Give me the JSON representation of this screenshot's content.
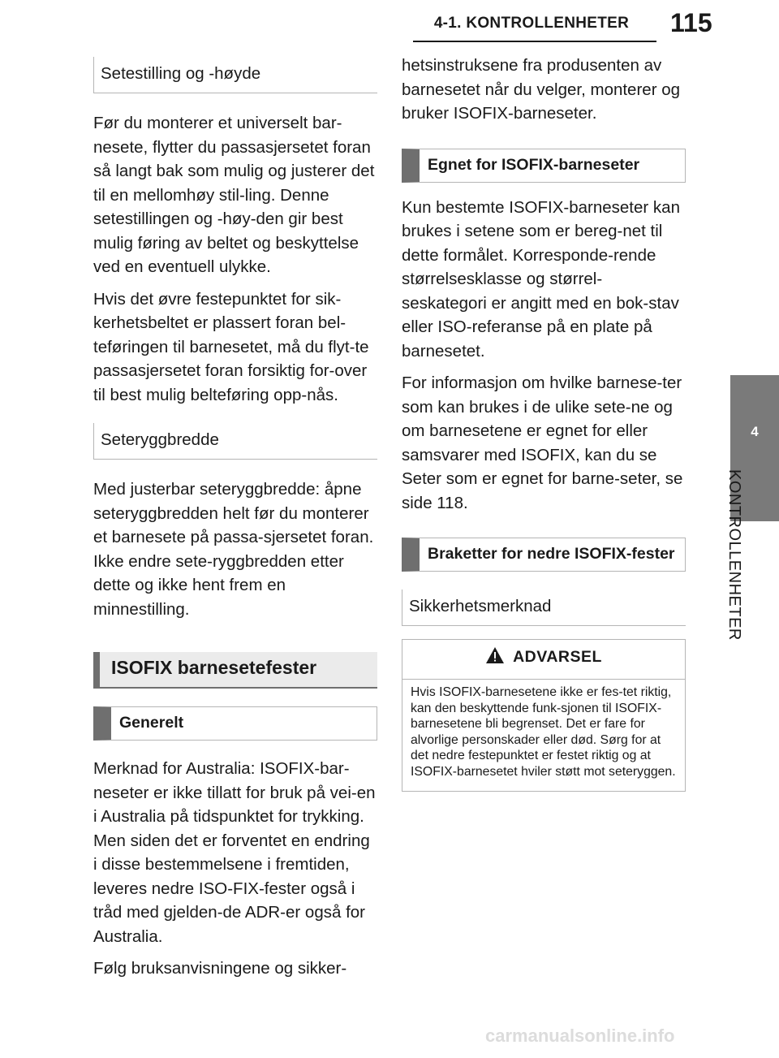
{
  "header": {
    "chapter": "4-1. KONTROLLENHETER",
    "page_number": "115"
  },
  "side_tab": {
    "number": "4",
    "label": "KONTROLLENHETER"
  },
  "left_column": {
    "seat_adjust_heading": "Setestilling og -høyde",
    "seat_adjust_para1": "Før du monterer et universelt bar-nesete, flytter du passasjersetet foran så langt bak som mulig og justerer det til en mellomhøy stil-ling. Denne setestillingen og -høy-den gir best mulig føring av beltet og beskyttelse ved en eventuell ulykke.",
    "seat_adjust_para2": "Hvis det øvre festepunktet for sik-kerhetsbeltet er plassert foran bel-teføringen til barnesetet, må du flyt-te passasjersetet foran forsiktig for-over til best mulig belteføring opp-nås.",
    "backrest_heading": "Seteryggbredde",
    "backrest_para": "Med justerbar seteryggbredde: åpne seteryggbredden helt før du monterer et barnesete på passa-sjersetet foran. Ikke endre sete-ryggbredden etter dette og ikke hent frem en minnestilling.",
    "isofix_heading": "ISOFIX barnesetefester",
    "general_heading": "Generelt",
    "general_para1": "Merknad for Australia: ISOFIX-bar-neseter er ikke tillatt for bruk på vei-en i Australia på tidspunktet for trykking. Men siden det er forventet en endring i disse bestemmelsene i fremtiden, leveres nedre ISO-FIX-fester også i tråd med gjelden-de ADR-er også for Australia.",
    "general_para2": "Følg bruksanvisningene og sikker-"
  },
  "right_column": {
    "continued_para": "hetsinstruksene fra produsenten av barnesetet når du velger, monterer og bruker ISOFIX-barneseter.",
    "suitable_heading": "Egnet for ISOFIX-barneseter",
    "suitable_para1": "Kun bestemte ISOFIX-barneseter kan brukes i setene som er bereg-net til dette formålet. Korresponde-rende størrelsesklasse og størrel-seskategori er angitt med en bok-stav eller ISO-referanse på en plate på barnesetet.",
    "suitable_para2": "For informasjon om hvilke barnese-ter som kan brukes i de ulike sete-ne og om barnesetene er egnet for eller samsvarer med ISOFIX, kan du se Seter som er egnet for barne-seter, se side 118.",
    "brackets_heading": "Braketter for nedre ISOFIX-fester",
    "safety_heading": "Sikkerhetsmerknad",
    "warning_title": "ADVARSEL",
    "warning_text": "Hvis ISOFIX-barnesetene ikke er fes-tet riktig, kan den beskyttende funk-sjonen til ISOFIX-barnesetene bli begrenset. Det er fare for alvorlige personskader eller død. Sørg for at det nedre festepunktet er festet riktig og at ISOFIX-barnesetet hviler støtt mot seteryggen."
  },
  "footer": {
    "watermark": "carmanualsonline.info"
  }
}
